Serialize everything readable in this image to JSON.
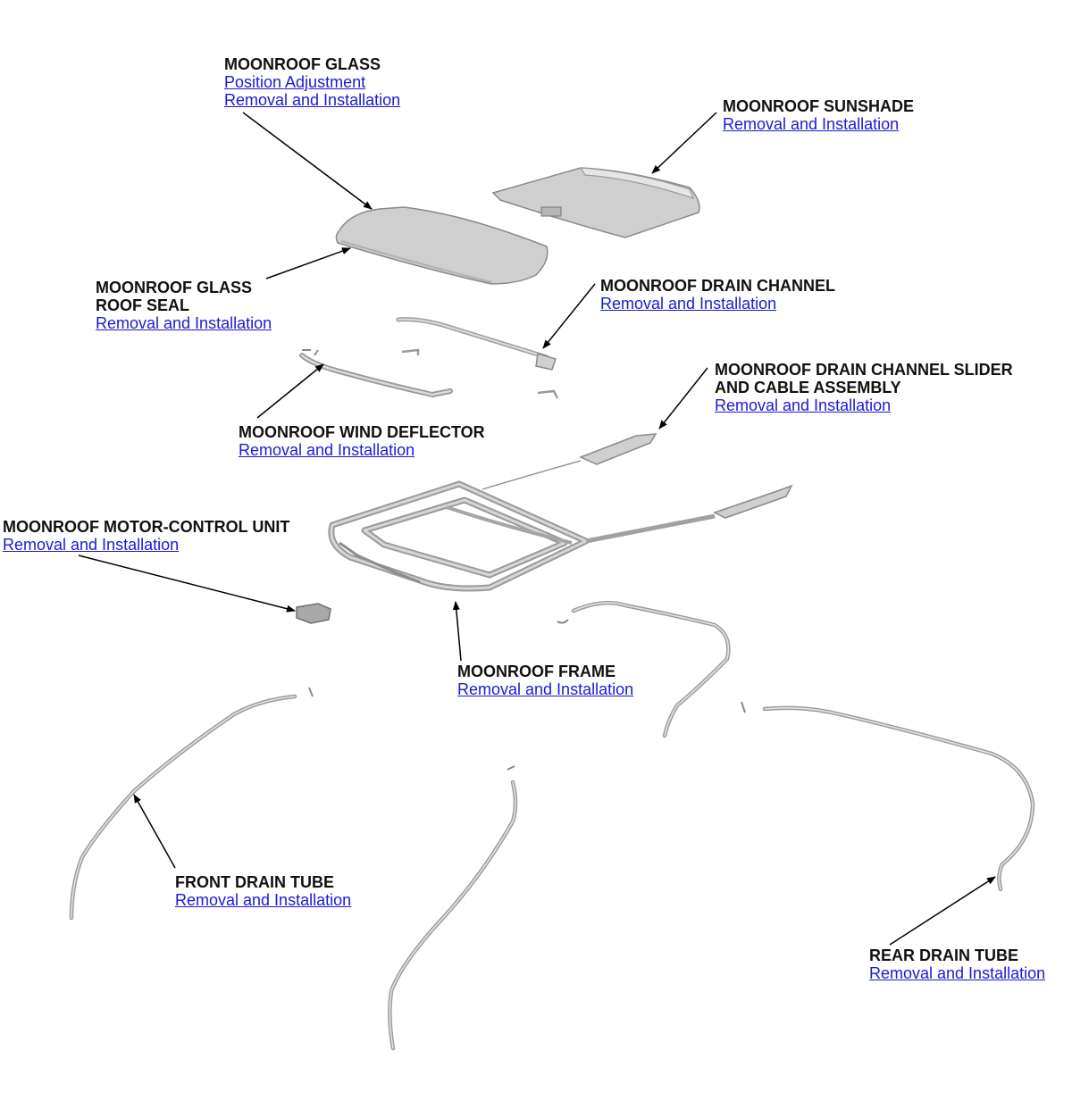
{
  "callouts": [
    {
      "id": "glass",
      "title": "MOONROOF GLASS",
      "links": [
        "Position Adjustment",
        "Removal and Installation"
      ]
    },
    {
      "id": "sunshade",
      "title": "MOONROOF SUNSHADE",
      "links": [
        "Removal and Installation"
      ]
    },
    {
      "id": "roof_seal",
      "title": "MOONROOF GLASS\nROOF SEAL",
      "links": [
        "Removal and Installation"
      ]
    },
    {
      "id": "drain_channel",
      "title": "MOONROOF DRAIN CHANNEL",
      "links": [
        "Removal and Installation"
      ]
    },
    {
      "id": "slider",
      "title": "MOONROOF DRAIN CHANNEL SLIDER\nAND CABLE ASSEMBLY",
      "links": [
        "Removal and Installation"
      ]
    },
    {
      "id": "wind_deflector",
      "title": "MOONROOF WIND DEFLECTOR",
      "links": [
        "Removal and Installation"
      ]
    },
    {
      "id": "motor",
      "title": "MOONROOF MOTOR-CONTROL UNIT",
      "links": [
        "Removal and Installation"
      ]
    },
    {
      "id": "frame",
      "title": "MOONROOF FRAME",
      "links": [
        "Removal and Installation"
      ]
    },
    {
      "id": "front_tube",
      "title": "FRONT DRAIN TUBE",
      "links": [
        "Removal and Installation"
      ]
    },
    {
      "id": "rear_tube",
      "title": "REAR DRAIN TUBE",
      "links": [
        "Removal and Installation"
      ]
    }
  ],
  "colors": {
    "link": "#1a1ad6",
    "title": "#111111",
    "part": "#cfcfcf",
    "arrow": "#000000"
  }
}
